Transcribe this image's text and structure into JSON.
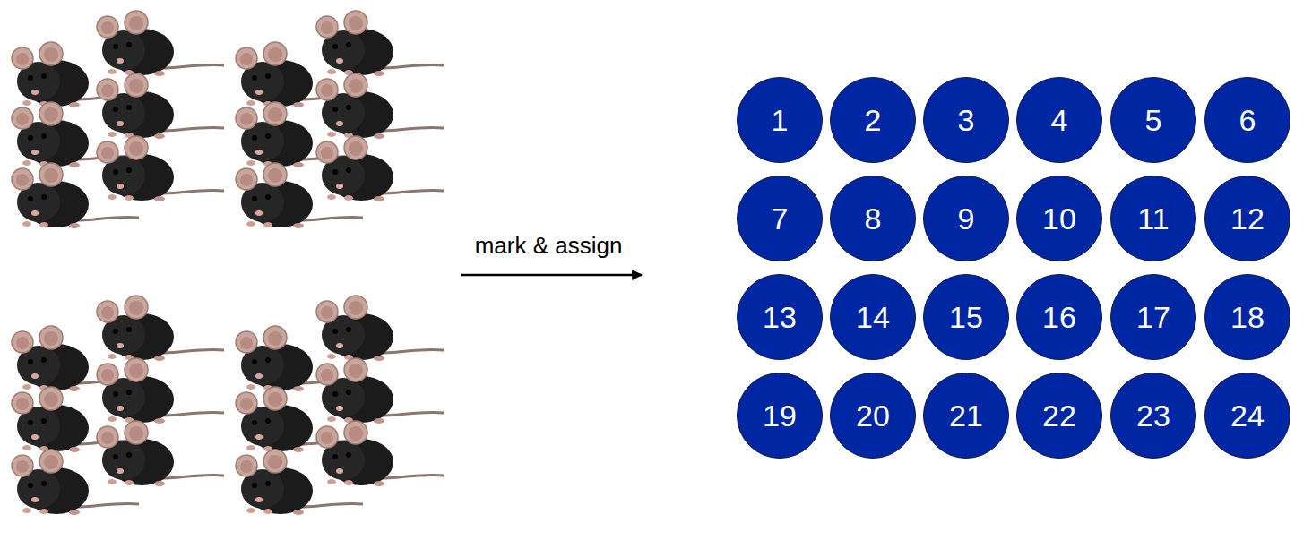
{
  "diagram": {
    "nodes": [
      {
        "text": [
          "1"
        ]
      },
      {
        "text": [
          "2"
        ]
      },
      {
        "text": [
          "3"
        ]
      },
      {
        "text": [
          "4"
        ]
      },
      {
        "text": [
          "5"
        ]
      },
      {
        "text": [
          "6"
        ]
      },
      {
        "text": [
          "7"
        ]
      },
      {
        "text": [
          "8"
        ]
      },
      {
        "text": [
          "9"
        ]
      },
      {
        "text": [
          "10"
        ]
      },
      {
        "text": [
          "11"
        ]
      },
      {
        "text": [
          "12"
        ]
      },
      {
        "text": [
          "13"
        ]
      },
      {
        "text": [
          "14"
        ]
      },
      {
        "text": [
          "15"
        ]
      },
      {
        "text": [
          "16"
        ]
      },
      {
        "text": [
          "17"
        ]
      },
      {
        "text": [
          "18"
        ]
      },
      {
        "text": [
          "19"
        ]
      },
      {
        "text": [
          "20"
        ]
      },
      {
        "text": [
          "21"
        ]
      },
      {
        "text": [
          "22"
        ]
      },
      {
        "text": [
          "23"
        ]
      },
      {
        "text": [
          "24"
        ]
      }
    ],
    "labels": [
      "mark & assign"
    ]
  }
}
